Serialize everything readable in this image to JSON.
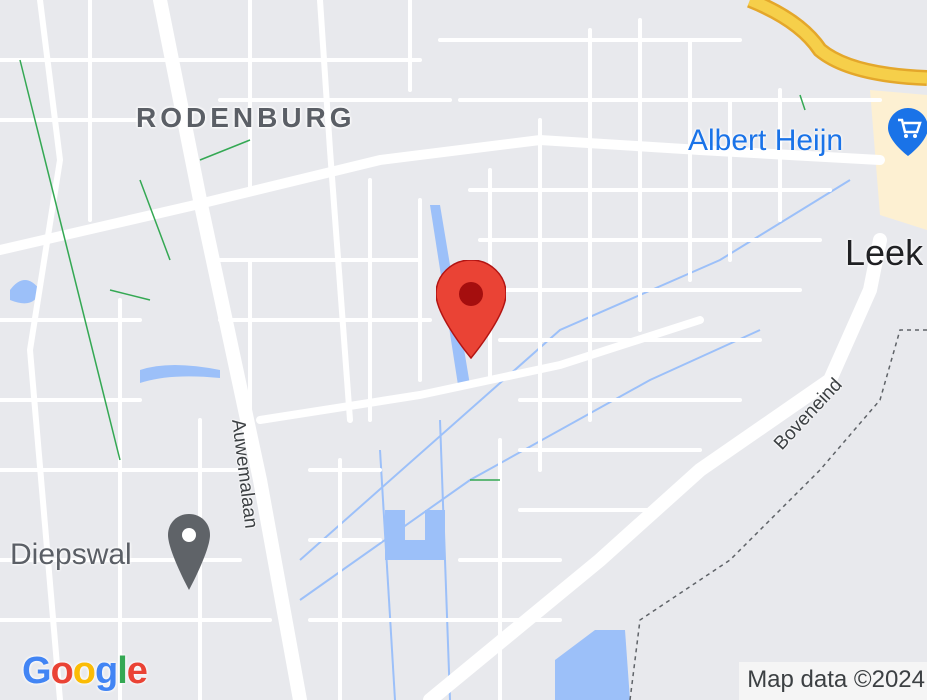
{
  "map": {
    "district_label": "RODENBURG",
    "town_label": "Leek",
    "streets": {
      "auwemalaan": "Auwemalaan",
      "boveneind": "Boveneind"
    },
    "pois": {
      "albert_heijn": "Albert Heijn",
      "diepswal": "Diepswal"
    },
    "attribution": "Map data ©2024",
    "logo_letters": [
      "G",
      "o",
      "o",
      "g",
      "l",
      "e"
    ],
    "colors": {
      "background": "#e8e9ed",
      "roads": "#ffffff",
      "water": "#9cc0f9",
      "highway": "#f4c53f",
      "commercial": "#fdf0d2",
      "paths": "#34a853",
      "marker": "#ea4335",
      "poi_blue": "#1a73e8",
      "poi_gray": "#5f6368"
    },
    "marker_icon": "red-map-pin-icon"
  }
}
